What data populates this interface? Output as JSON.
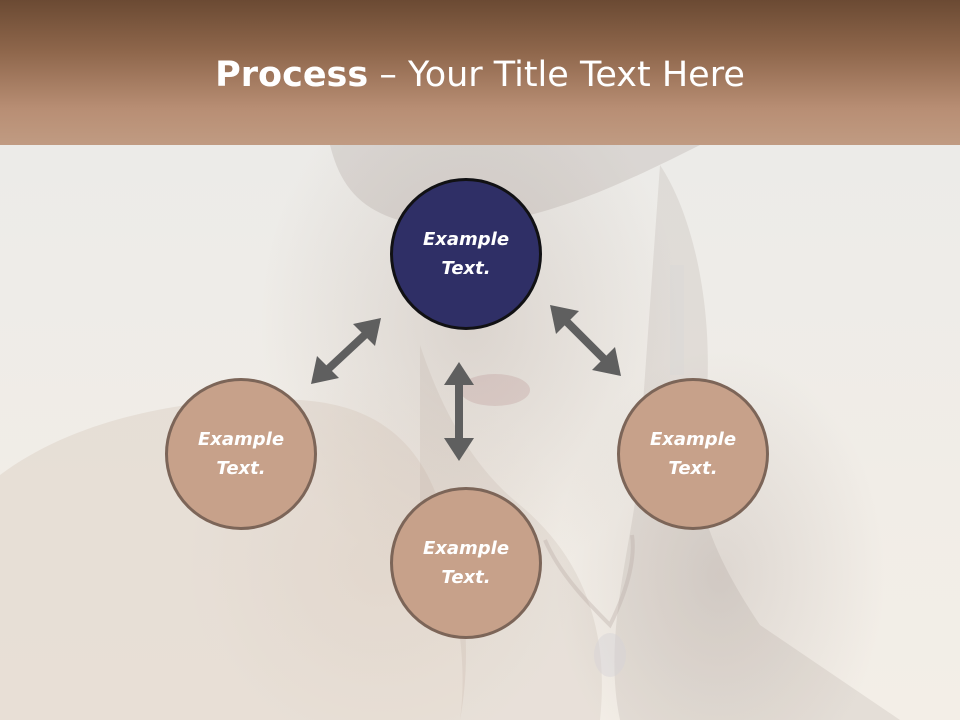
{
  "slide": {
    "title_bold": "Process",
    "title_rest": " – Your Title Text Here"
  },
  "diagram": {
    "center_node": {
      "label_line1": "Example",
      "label_line2": "Text."
    },
    "left_node": {
      "label_line1": "Example",
      "label_line2": "Text."
    },
    "bottom_node": {
      "label_line1": "Example",
      "label_line2": "Text."
    },
    "right_node": {
      "label_line1": "Example",
      "label_line2": "Text."
    }
  },
  "colors": {
    "header": "#8e664b",
    "center_node": "#2f2f66",
    "outer_nodes": "#c7a18a",
    "arrows": "#5f5f5f"
  }
}
